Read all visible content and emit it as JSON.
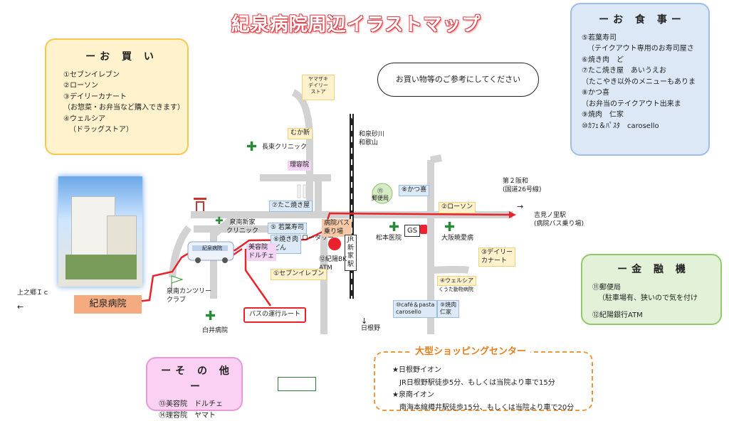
{
  "title": "紀泉病院周辺イラストマップ",
  "shopping": {
    "heading": "ーお 買 い",
    "items": [
      "①セブンイレブン",
      "②ローソン",
      "③デイリーカナート",
      "（お惣菜・お弁当など購入できます）",
      "④ウェルシア",
      "（ドラッグストア）"
    ]
  },
  "food": {
    "heading": "ーお 食 事ー",
    "items": [
      "⑤若葉寿司",
      "（テイクアウト専用のお寿司屋さ",
      "⑥焼き肉　ど",
      "⑦たこ焼き屋　あいうえお",
      "（たこやき以外のメニューもありま",
      "⑧かつ喜",
      "（お弁当のテイクアウト出来ま",
      "⑨焼肉　仁家",
      "⑩ｶﾌｪ＆ﾊﾟｽﾀ　carosello"
    ]
  },
  "finance": {
    "heading": "ー金 融 機",
    "items": [
      "⑪郵便局",
      "（駐車場有、狭いので気を付け",
      "⑫紀陽銀行ATM"
    ]
  },
  "other": {
    "heading": "ーそ の 他ー",
    "items": [
      "⑬美容院　ドルチェ",
      "⑭理容院　ヤマト"
    ]
  },
  "mall": {
    "heading": "大型ショッピングセンター",
    "items": [
      "★日根野イオン",
      "JR日根野駅徒歩5分、もしくは当院より車で15分",
      "★泉南イオン",
      "南海本線樽井駅徒歩15分、もしくは当院より車で20分"
    ]
  },
  "cloud": "お買い物等のご参考にしてください",
  "map": {
    "yamazaki": "ヤマザキ\nデイリー\nストア",
    "mukashin": "むか新",
    "nagatsuka": "長束クリニック",
    "riyoin": "理容院",
    "tako": "⑦たこ焼き屋",
    "sennan_clinic": "泉南新家\nクリニック",
    "wakaba": "⑤ 若葉寿司",
    "yakiniku": "⑥焼き肉\nどん",
    "biyoin": "美容院\nドルチェ",
    "rotary": "ロータリー",
    "busstop": "病院バス\n乗り場",
    "station": "JR\n新\n家\n駅",
    "kiyo_atm": "⑫紀陽BK\nATM",
    "seven": "①セブンイレブン",
    "wakayama": "和泉砂川\n和歌山",
    "hineno": "日根野",
    "post": "⑪\n郵便局",
    "katsuki": "⑧かつ喜",
    "gs": "GS",
    "lawson": "②ローソン",
    "daini": "第２阪和\n(国道26号線)",
    "yoshimi": "吉見ノ里駅\n(病院バス乗り場)",
    "matsumoto": "松本医院",
    "osaka_hosp": "大阪暁愛病",
    "daily": "③デイリー\nカナート",
    "welcia": "④ウェルシア",
    "kurata": "くうた動物病院",
    "cafe": "⑩café＆pasta\ncarosello",
    "jinke": "⑨焼肉\n仁家",
    "hospital": "紀泉病院",
    "country": "泉南カンツリー\nクラブ",
    "usui": "白井病院",
    "bus_route": "バスの運行ルート",
    "jonogo": "上之郷Ｉｃ",
    "bus_label": "紀泉病院"
  },
  "colors": {
    "route": "#e8232b",
    "road": "#cfcfcf",
    "accent": "#e0404a"
  }
}
